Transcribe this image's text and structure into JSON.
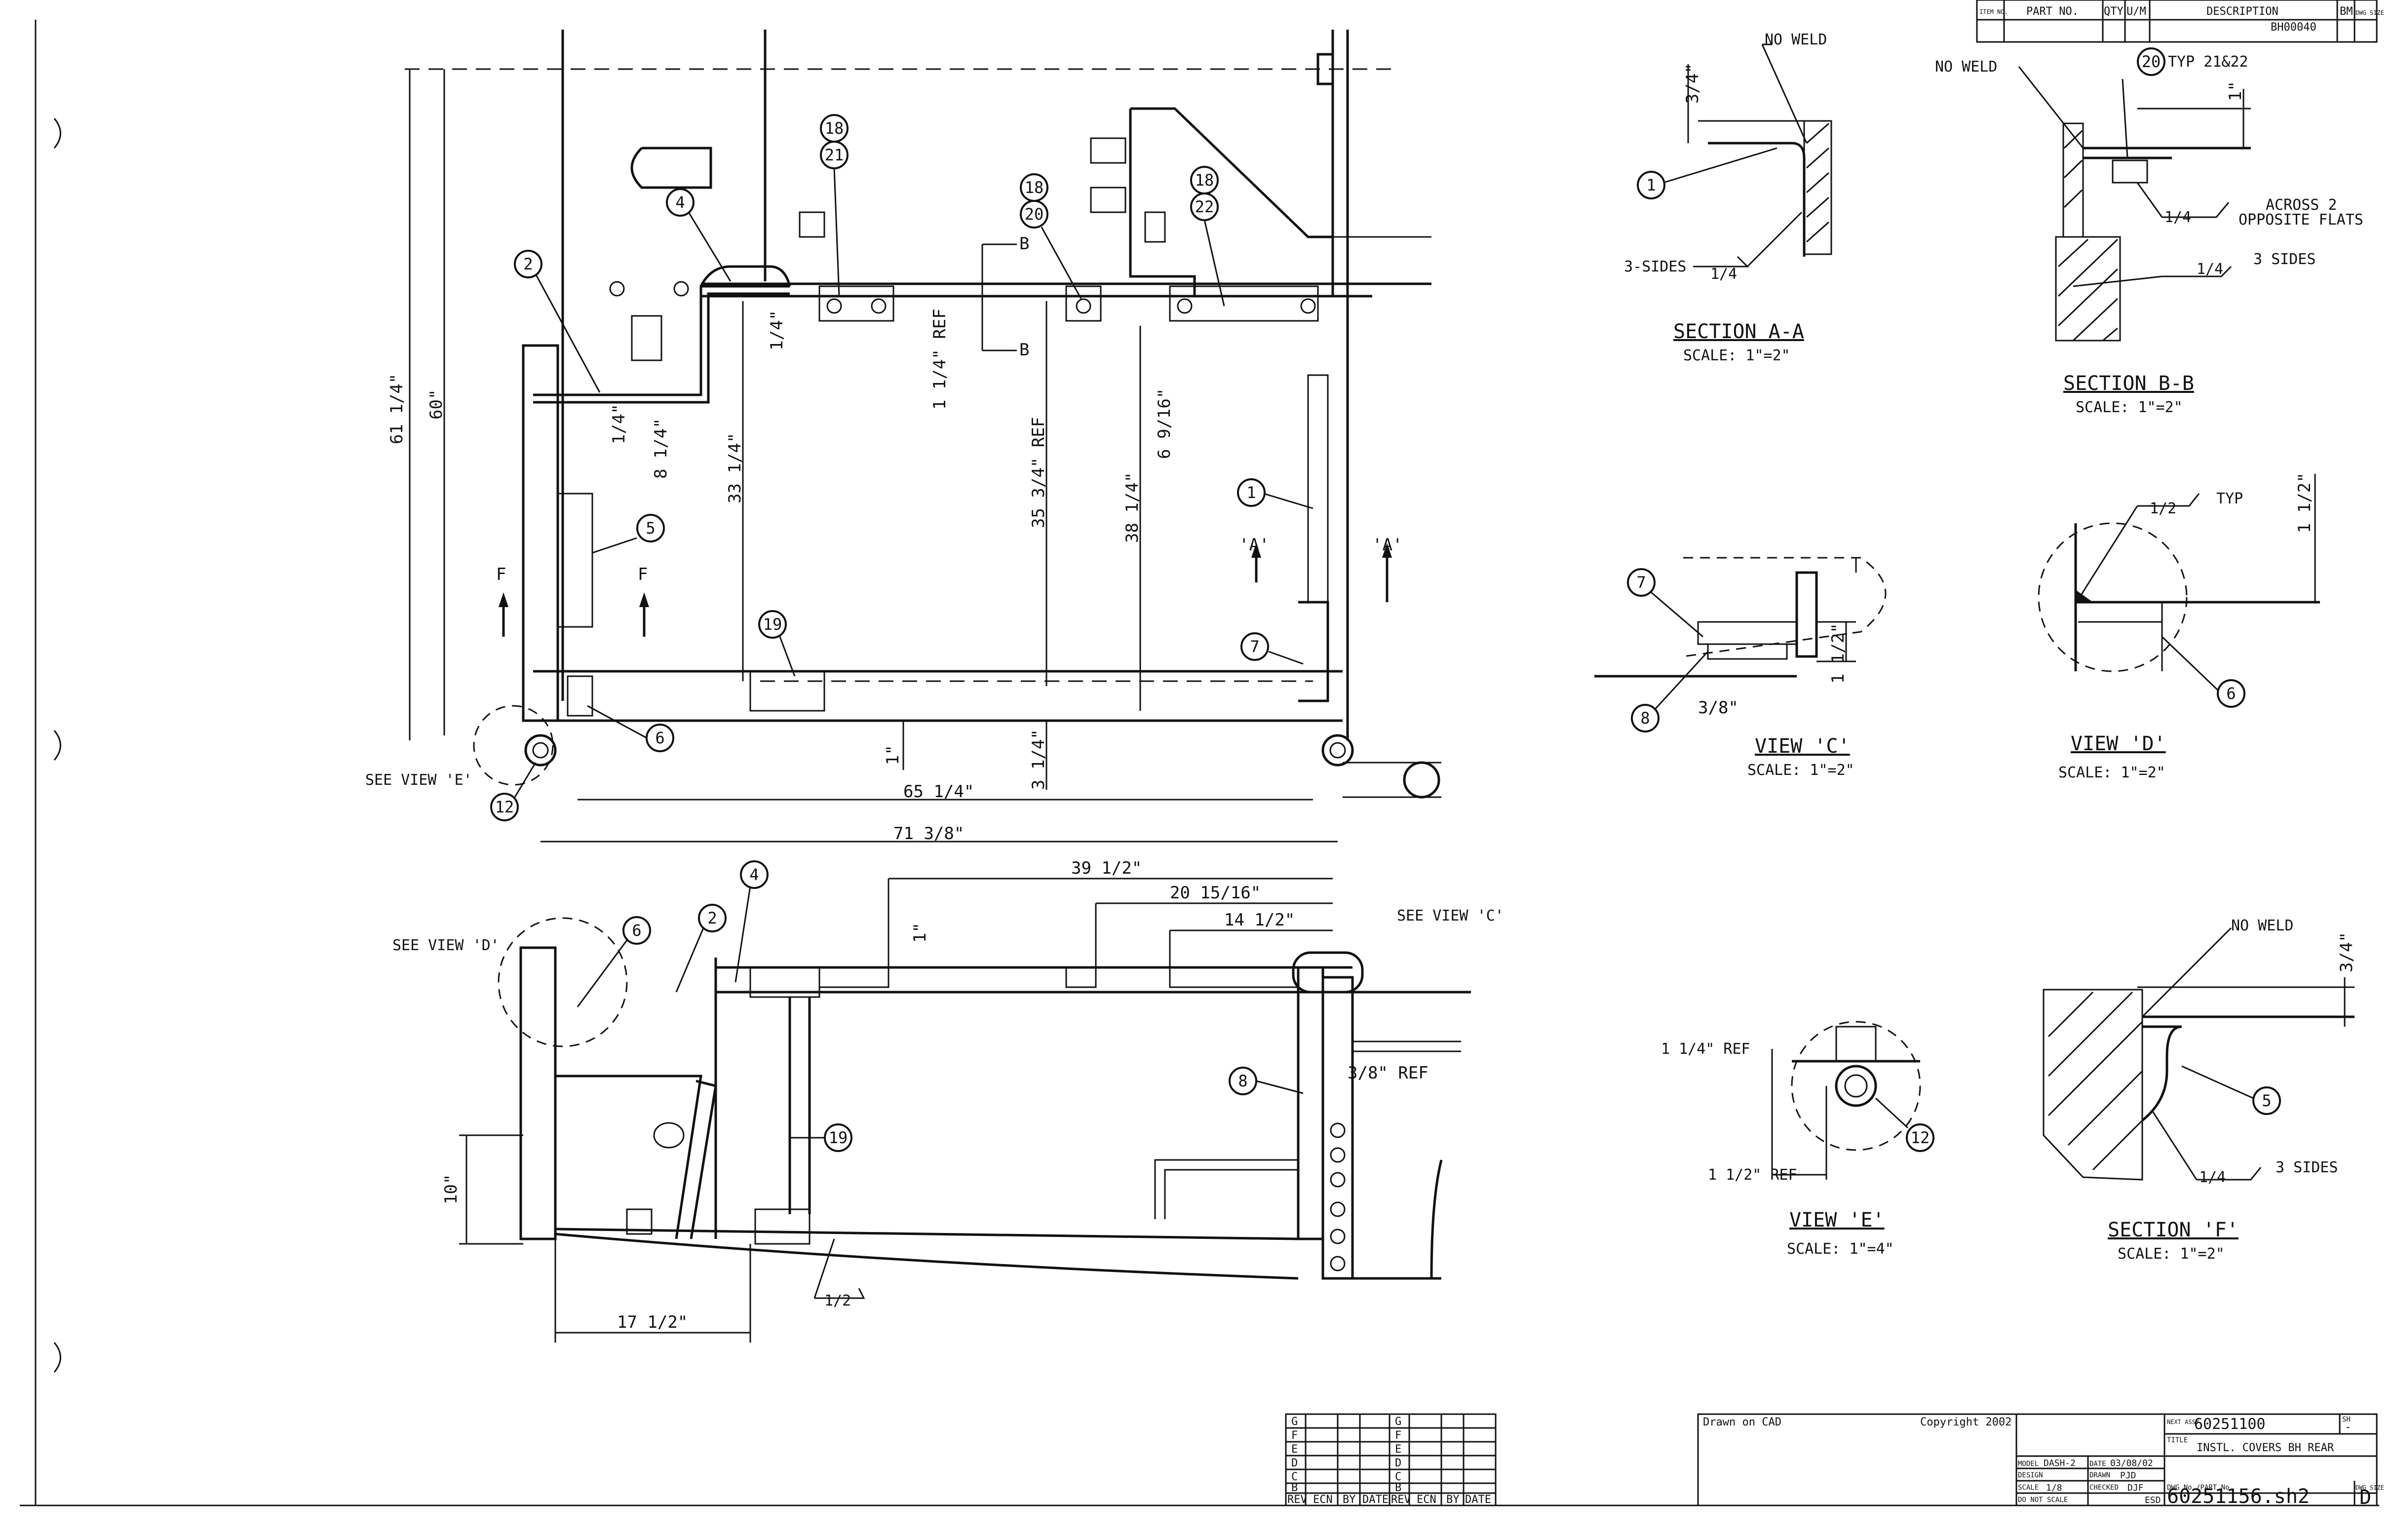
{
  "title_block": {
    "drawn_on": "Drawn on CAD",
    "copyright": "Copyright 2002",
    "next_assy_label": "NEXT ASSY.",
    "next_assy": "60251100",
    "title_label": "TITLE",
    "title": "INSTL. COVERS BH REAR",
    "model_label": "MODEL",
    "model": "DASH-2",
    "date_label": "DATE",
    "date": "03/08/02",
    "design_label": "DESIGN",
    "drawn_label": "DRAWN",
    "drawn": "PJD",
    "scale_label": "SCALE",
    "scale": "1/8",
    "checked_label": "CHECKED",
    "checked": "DJF",
    "dont_scale": "DO NOT SCALE",
    "dwg_label": "DWG No./PART No.",
    "dwg_no": "60251156.sh2",
    "dwg_size_label": "DWG SIZE",
    "dwg_size": "D",
    "esd": "ESD",
    "sheet_label": "SH",
    "rev_letter": "-"
  },
  "parts_header": {
    "item": "ITEM NO.",
    "part_no": "PART NO.",
    "qty": "QTY",
    "um": "U/M",
    "description": "DESCRIPTION",
    "bm": "BM",
    "dwg_size": "DWG SIZE",
    "ref": "BH00040"
  },
  "revision_block": {
    "headers": [
      "REV",
      "ECN",
      "BY",
      "DATE",
      "REV",
      "ECN",
      "BY",
      "DATE"
    ],
    "letters_left": [
      "G",
      "F",
      "E",
      "D",
      "C",
      "B"
    ],
    "letters_right": [
      "G",
      "F",
      "E",
      "D",
      "C",
      "B"
    ]
  },
  "main_plan": {
    "dims": {
      "d61": "61 1/4\"",
      "d60": "60\"",
      "d33": "33 1/4\"",
      "d8": "8 1/4\"",
      "d1q": "1/4\"",
      "d1q_b": "1/4\"",
      "d1ref": "1 1/4\" REF",
      "d35": "35 3/4\" REF",
      "d38": "38 1/4\"",
      "d6": "6 9/16\"",
      "d65": "65 1/4\"",
      "d71": "71 3/8\"",
      "d1": "1\"",
      "d3": "3 1/4\""
    },
    "notes": {
      "see_e": "SEE VIEW 'E'",
      "f_left": "F",
      "f_right": "F",
      "a_left": "'A'",
      "a_right": "'A'",
      "b_top": "B",
      "b_bot": "B"
    },
    "balloons": [
      "2",
      "4",
      "18",
      "21",
      "18",
      "20",
      "18",
      "22",
      "5",
      "1",
      "19",
      "7",
      "6",
      "12"
    ]
  },
  "side_view": {
    "dims": {
      "d39": "39 1/2\"",
      "d20": "20 15/16\"",
      "d14": "14 1/2\"",
      "d1": "1\"",
      "d10": "10\"",
      "d17": "17 1/2\"",
      "d38ref": "3/8\" REF"
    },
    "notes": {
      "see_d": "SEE VIEW 'D'",
      "see_c": "SEE VIEW 'C'",
      "weld": "1/2"
    },
    "balloons": [
      "4",
      "6",
      "2",
      "8",
      "19"
    ]
  },
  "section_aa": {
    "title": "SECTION A-A",
    "scale": "SCALE: 1\"=2\"",
    "no_weld": "NO WELD",
    "dim": "3/4\"",
    "sides": "3-SIDES",
    "weld": "1/4",
    "balloon": "1"
  },
  "section_bb": {
    "title": "SECTION B-B",
    "scale": "SCALE: 1\"=2\"",
    "no_weld": "NO WELD",
    "typ": "TYP 21&22",
    "balloon": "20",
    "dim": "1\"",
    "across": "ACROSS 2",
    "opposite": "OPPOSITE FLATS",
    "weld1": "1/4",
    "weld2": "1/4",
    "sides": "3 SIDES"
  },
  "view_c": {
    "title": "VIEW 'C'",
    "scale": "SCALE: 1\"=2\"",
    "dim1": "1 1/2\"",
    "dim2": "3/8\"",
    "b7": "7",
    "b8": "8"
  },
  "view_d": {
    "title": "VIEW 'D'",
    "scale": "SCALE: 1\"=2\"",
    "weld": "1/2",
    "typ": "TYP",
    "dim": "1 1/2\"",
    "b6": "6"
  },
  "view_e": {
    "title": "VIEW 'E'",
    "scale": "SCALE: 1\"=4\"",
    "ref1": "1 1/4\" REF",
    "ref2": "1 1/2\" REF",
    "b12": "12"
  },
  "section_f": {
    "title": "SECTION 'F'",
    "scale": "SCALE: 1\"=2\"",
    "no_weld": "NO WELD",
    "dim": "3/4\"",
    "weld": "1/4",
    "sides": "3 SIDES",
    "b5": "5"
  }
}
